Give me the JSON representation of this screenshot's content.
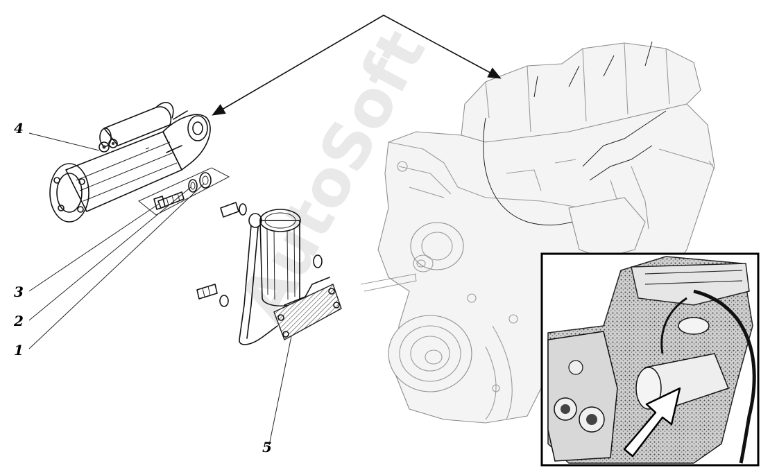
{
  "figure": {
    "watermark_text": "AutoSoft",
    "callouts": [
      "1",
      "2",
      "3",
      "4",
      "5"
    ]
  },
  "parts": {
    "engine": "engine-block-icon",
    "starter": "starter-motor-icon",
    "bolt": "bolt-icon",
    "spring_washer": "spring-washer-icon",
    "flat_washer": "flat-washer-icon",
    "oil_filter": "oil-filter-bracket-icon",
    "inset_photo": "engine-detail-inset"
  },
  "colors": {
    "ink": "#111111",
    "engine_ghost": "#9a9a9a"
  }
}
